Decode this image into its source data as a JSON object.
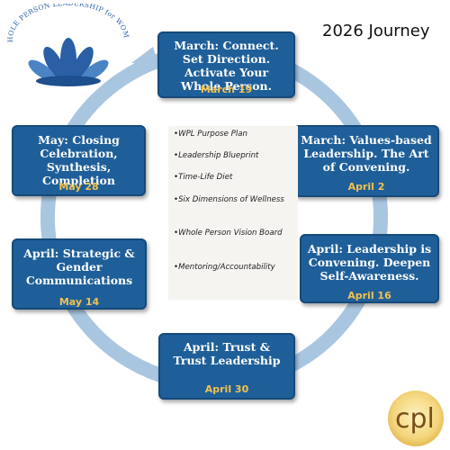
{
  "header": {
    "title": "2026 Journey"
  },
  "logo": {
    "text": "WHOLE PERSON LEADERSHIP for WOMEN",
    "color": "#2a5fa6"
  },
  "brand_mark": {
    "text": "cpl"
  },
  "colors": {
    "box": "#1f5f99",
    "date": "#f2c14e",
    "ring": "#a9c6e1"
  },
  "steps": [
    {
      "title": "March: Connect. Set Direction. Activate Your Whole Person.",
      "date": "March 19"
    },
    {
      "title": "March: Values-based Leadership. The Art of Convening.",
      "date": "April 2"
    },
    {
      "title": "April:  Leadership is Convening. Deepen Self-Awareness.",
      "date": "April 16"
    },
    {
      "title": "April: Trust & Trust Leadership",
      "date": "April 30"
    },
    {
      "title": "April: Strategic & Gender Communications",
      "date": "May 14"
    },
    {
      "title": "May: Closing Celebration, Synthesis, Completion",
      "date": "May 28"
    }
  ],
  "components": [
    "•WPL Purpose Plan",
    "•Leadership Blueprint",
    "•Time-Life Diet",
    "•Six Dimensions of Wellness",
    "•Whole Person Vision Board",
    "•Mentoring/Accountability"
  ]
}
